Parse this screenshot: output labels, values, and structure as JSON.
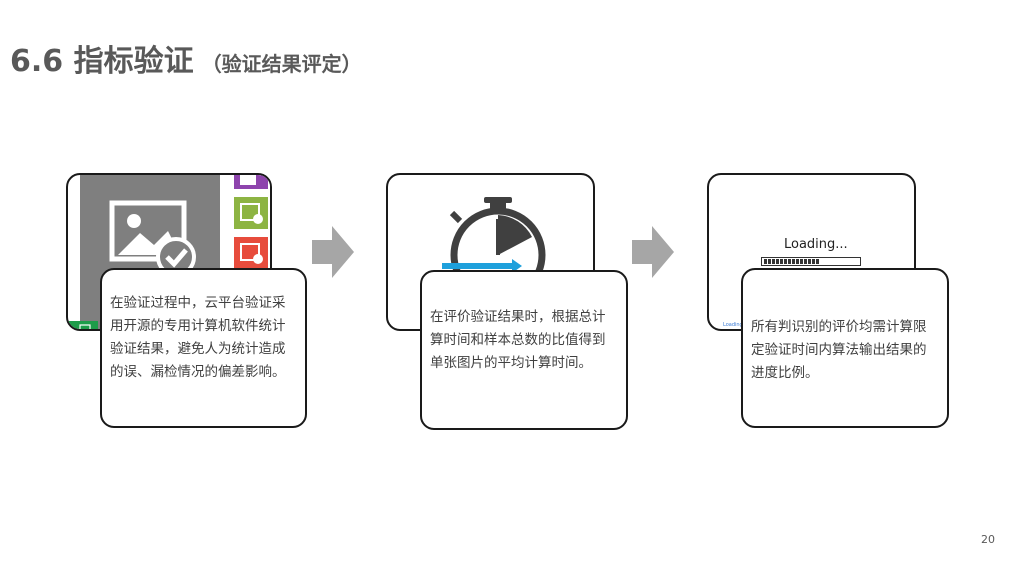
{
  "slide": {
    "title": "6.6 指标验证",
    "subtitle": "（验证结果评定）",
    "page_number": "20"
  },
  "steps": [
    {
      "text": "在验证过程中，云平台验证采用开源的专用计算机软件统计验证结果，避免人为统计造成的误、漏检情况的偏差影响。",
      "illustration": "image-check-icon"
    },
    {
      "text": "在评价验证结果时，根据总计算时间和样本总数的比值得到单张图片的平均计算时间。",
      "illustration": "stopwatch-icon"
    },
    {
      "text": "所有判识别的评价均需计算限定验证时间内算法输出结果的进度比例。",
      "illustration": "loading-bar-icon",
      "loading_label": "Loading...",
      "small_loading_label": "Loading",
      "progress": 0.6
    }
  ],
  "connectors": [
    "arrow-right-icon",
    "arrow-right-icon"
  ],
  "colors": {
    "title": "#595959",
    "card_border": "#1a1a1a",
    "arrow": "#a6a6a6",
    "tile_purple": "#8e44ad",
    "tile_green": "#8db443",
    "tile_red": "#e74c3c",
    "tile_darkgreen": "#1e9c4a",
    "photo_gray": "#7f7f7f",
    "stopwatch_blue": "#1ea0dc"
  }
}
